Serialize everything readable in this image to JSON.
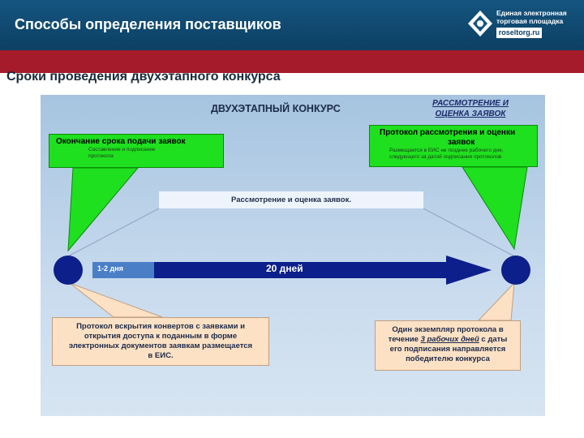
{
  "header": {
    "title": "Способы определения поставщиков",
    "logo_line1": "Единая электронная",
    "logo_line2": "торговая площадка",
    "logo_url": "roseltorg.ru"
  },
  "subtitle": "Сроки проведения двухэтапного конкурса",
  "diagram": {
    "title": "ДВУХЭТАПНЫЙ КОНКУРС",
    "right_title": "РАССМОТРЕНИЕ И ОЦЕНКА ЗАЯВОК",
    "green_left": {
      "title": "Окончание срока подачи заявок",
      "small1": "Составление и подписание",
      "small2": "протокола"
    },
    "green_right": {
      "title1": "Протокол рассмотрения и оценки",
      "title2": "заявок",
      "small1": "Размещается в ЕИС не позднее рабочего дня,",
      "small2": "следующего за датой подписания протоколов"
    },
    "review_bar": "Рассмотрение и оценка заявок.",
    "label_short": "1-2 дня",
    "label_long": "20 дней",
    "peach_left": {
      "l1": "Протокол вскрытия конвертов с заявками и",
      "l2": "открытия доступа к поданным в форме",
      "l3": "электронных документов заявкам размещается",
      "l4": "в ЕИС."
    },
    "peach_right": {
      "l1": "Один экземпляр протокола в",
      "l2a": "течение ",
      "l2u": "3 рабочих дней",
      "l2b": " с даты",
      "l3": "его подписания направляется",
      "l4": "победителю конкурса"
    },
    "colors": {
      "green": "#1ee01e",
      "peach": "#fde1c4",
      "arrow": "#0c1f8a",
      "circle": "#0c1f8a"
    }
  }
}
